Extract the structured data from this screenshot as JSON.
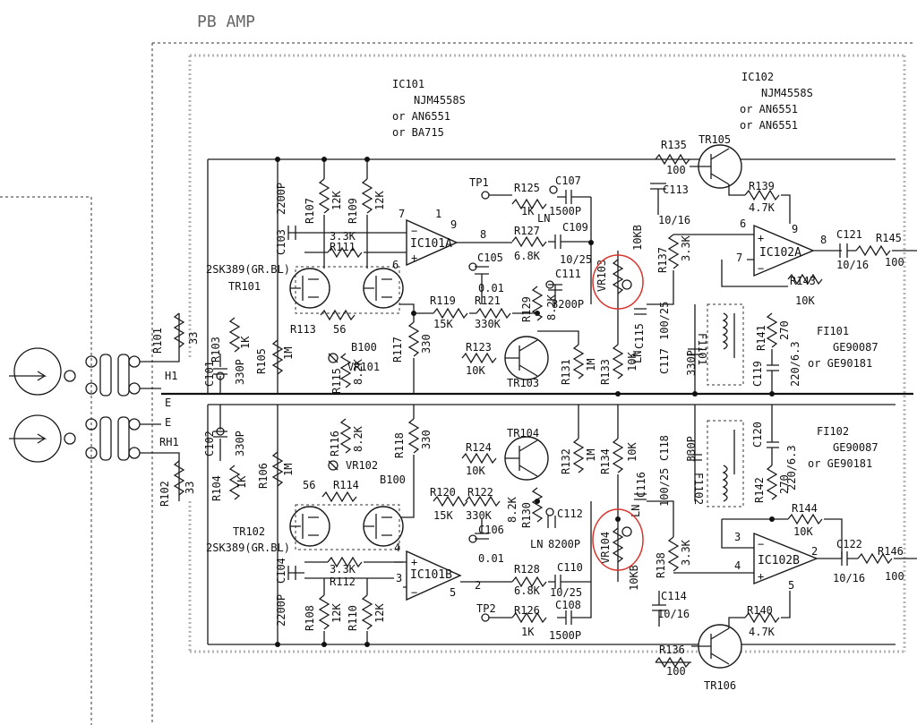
{
  "title": "PB AMP",
  "ic101": {
    "ref": "IC101",
    "l1": "NJM4558S",
    "l2": "or  AN6551",
    "l3": "or  BA715"
  },
  "ic102": {
    "ref": "IC102",
    "l1": "NJM4558S",
    "l2": "or  AN6551",
    "l3": "or  AN6551"
  },
  "fi101": {
    "ref": "FI101",
    "l1": "GE90087",
    "l2": "or  GE90181"
  },
  "fi102": {
    "ref": "FI102",
    "l1": "GE90087",
    "l2": "or  GE90181"
  },
  "ic101a": "IC101A",
  "ic101b": "IC101B",
  "ic102a": "IC102A",
  "ic102b": "IC102B",
  "tr101": "TR101",
  "tr102": "TR102",
  "tr103": "TR103",
  "tr104": "TR104",
  "tr105": "TR105",
  "tr106": "TR106",
  "fet_part": "2SK389(GR.BL)",
  "tp1": "TP1",
  "tp2": "TP2",
  "h1": "H1",
  "rh1": "RH1",
  "e": "E",
  "pins": {
    "p1": "1",
    "p2": "2",
    "p3": "3",
    "p4": "4",
    "p5": "5",
    "p6": "6",
    "p7": "7",
    "p8": "8",
    "p9": "9",
    "p56": "56"
  },
  "plus": "+",
  "minus": "−",
  "parts_top": {
    "c103": "C103",
    "c103v": "2200P",
    "r107": "R107",
    "r107v": "12K",
    "r109": "R109",
    "r109v": "12K",
    "r111v": "3.3K",
    "r111": "R111",
    "r113": "R113",
    "r113v": "56",
    "b100": "B100",
    "r115": "R115",
    "r115v": "8.2K",
    "vr101": "VR101",
    "r117": "R117",
    "r117v": "330",
    "r105": "R105",
    "r105v": "1M",
    "r101": "R101",
    "r101v": "33",
    "r103": "R103",
    "r103v": "1K",
    "c101": "C101",
    "c101v": "330P",
    "r119": "R119",
    "r119v": "15K",
    "r121": "R121",
    "r121v": "330K",
    "c105": "C105",
    "c105v": "0.01",
    "r125": "R125",
    "r125v": "1K",
    "c107": "C107",
    "c107v": "1500P",
    "ln1": "LN",
    "r127": "R127",
    "r127v": "6.8K",
    "c109": "C109",
    "c109v": "10/25",
    "c111": "C111",
    "c111v": "8200P",
    "r129": "R129",
    "r129v": "8.2K",
    "r123": "R123",
    "r123v": "10K",
    "r131": "R131",
    "r131v": "1M",
    "r133": "R133",
    "r133v": "10K",
    "vr103": "VR103",
    "vr103v": "10KB",
    "r137": "R137",
    "r137v": "3.3K",
    "c115": "C115",
    "c115v": "100/25",
    "ln3": "LN",
    "c117": "C117",
    "c117v": "330P",
    "f101": "F1101",
    "r141": "R141",
    "r141v": "270",
    "c119": "C119",
    "c119v": "220/6.3",
    "r135": "R135",
    "r135v": "100",
    "c113": "C113",
    "c113v": "10/16",
    "r139": "R139",
    "r139v": "4.7K",
    "r143": "R143",
    "r143v": "10K",
    "c121": "C121",
    "c121v": "10/16",
    "r145": "R145",
    "r145v": "100"
  },
  "parts_bot": {
    "r102": "R102",
    "r102v": "33",
    "r104": "R104",
    "r104v": "1K",
    "c102": "C102",
    "c102v": "330P",
    "r106": "R106",
    "r106v": "1M",
    "r116": "R116",
    "r116v": "8.2K",
    "vr102": "VR102",
    "r114": "R114",
    "b100": "B100",
    "r118": "R118",
    "r118v": "330",
    "c104": "C104",
    "c104v": "2200P",
    "r112v": "3.3K",
    "r112": "R112",
    "r108": "R108",
    "r108v": "12K",
    "r110": "R110",
    "r110v": "12K",
    "r120": "R120",
    "r120v": "15K",
    "r122": "R122",
    "r122v": "330K",
    "c106": "C106",
    "c106v": "0.01",
    "r130": "R130",
    "r130v": "8.2K",
    "c112": "C112",
    "c112v": "8200P",
    "ln2": "LN",
    "r128": "R128",
    "r128v": "6.8K",
    "c110": "C110",
    "c110v": "10/25",
    "r126": "R126",
    "r126v": "1K",
    "c108": "C108",
    "c108v": "1500P",
    "r124": "R124",
    "r124v": "10K",
    "r132": "R132",
    "r132v": "1M",
    "r134": "R134",
    "r134v": "10K",
    "c116": "C116",
    "c116v": "100/25",
    "ln4": "LN",
    "c118": "C118",
    "c118v": "330P",
    "f102": "F1102",
    "vr104": "VR104",
    "vr104v": "10KB",
    "r138": "R138",
    "r138v": "3.3K",
    "c120": "C120",
    "c120v": "220/6.3",
    "r142": "R142",
    "r142v": "270",
    "r144": "R144",
    "r144v": "10K",
    "c122": "C122",
    "c122v": "10/16",
    "r146": "R146",
    "r146v": "100",
    "c114": "C114",
    "c114v": "10/16",
    "r140": "R140",
    "r140v": "4.7K",
    "r136": "R136",
    "r136v": "100"
  }
}
